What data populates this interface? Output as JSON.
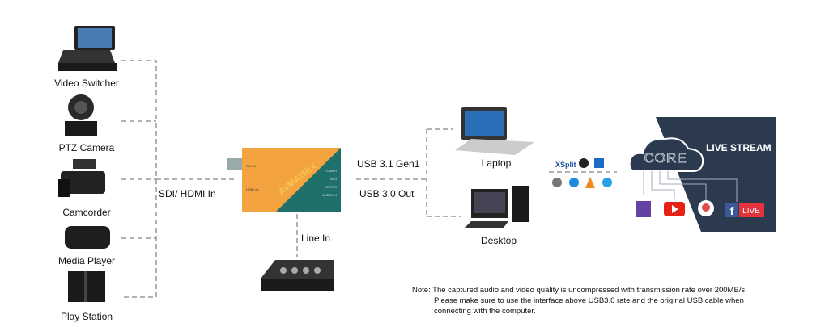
{
  "sources": [
    {
      "label": "Video Switcher",
      "icon": "video-switcher-icon"
    },
    {
      "label": "PTZ Camera",
      "icon": "ptz-camera-icon"
    },
    {
      "label": "Camcorder",
      "icon": "camcorder-icon"
    },
    {
      "label": "Media Player",
      "icon": "media-player-icon"
    },
    {
      "label": "Play Station",
      "icon": "play-station-icon"
    }
  ],
  "input_label": "SDI/ HDMI In",
  "device": {
    "brand": "AVMATRIX",
    "ports": [
      "SDI IN",
      "HDMI IN"
    ],
    "indicators": [
      "POWER",
      "SPD",
      "STATUS",
      "AUDIO IN"
    ],
    "colors": {
      "orange": "#f3a440",
      "teal": "#1f6f6a"
    }
  },
  "line_in_label": "Line In",
  "usb": {
    "top": "USB 3.1 Gen1",
    "bottom": "USB 3.0 Out"
  },
  "computers": [
    {
      "label": "Laptop"
    },
    {
      "label": "Desktop"
    }
  ],
  "software_icons": [
    "xsplit-icon",
    "obs-icon",
    "grid-app-icon",
    "vmix-icon",
    "skype-icon",
    "vlc-icon",
    "quicktime-icon"
  ],
  "stream": {
    "cloud": "CORE",
    "title": "LIVE STREAM",
    "facebook_live": "LIVE",
    "panel_color": "#2b3a4e",
    "platforms": [
      "twitch-icon",
      "youtube-icon",
      "periscope-icon",
      "facebook-live-icon"
    ]
  },
  "note": {
    "line1": "Note: The captured audio and video quality is uncompressed with transmission rate over 200MB/s.",
    "line2": "Please make sure to use the interface above USB3.0 rate and the original USB cable when",
    "line3": "connecting with the computer."
  }
}
